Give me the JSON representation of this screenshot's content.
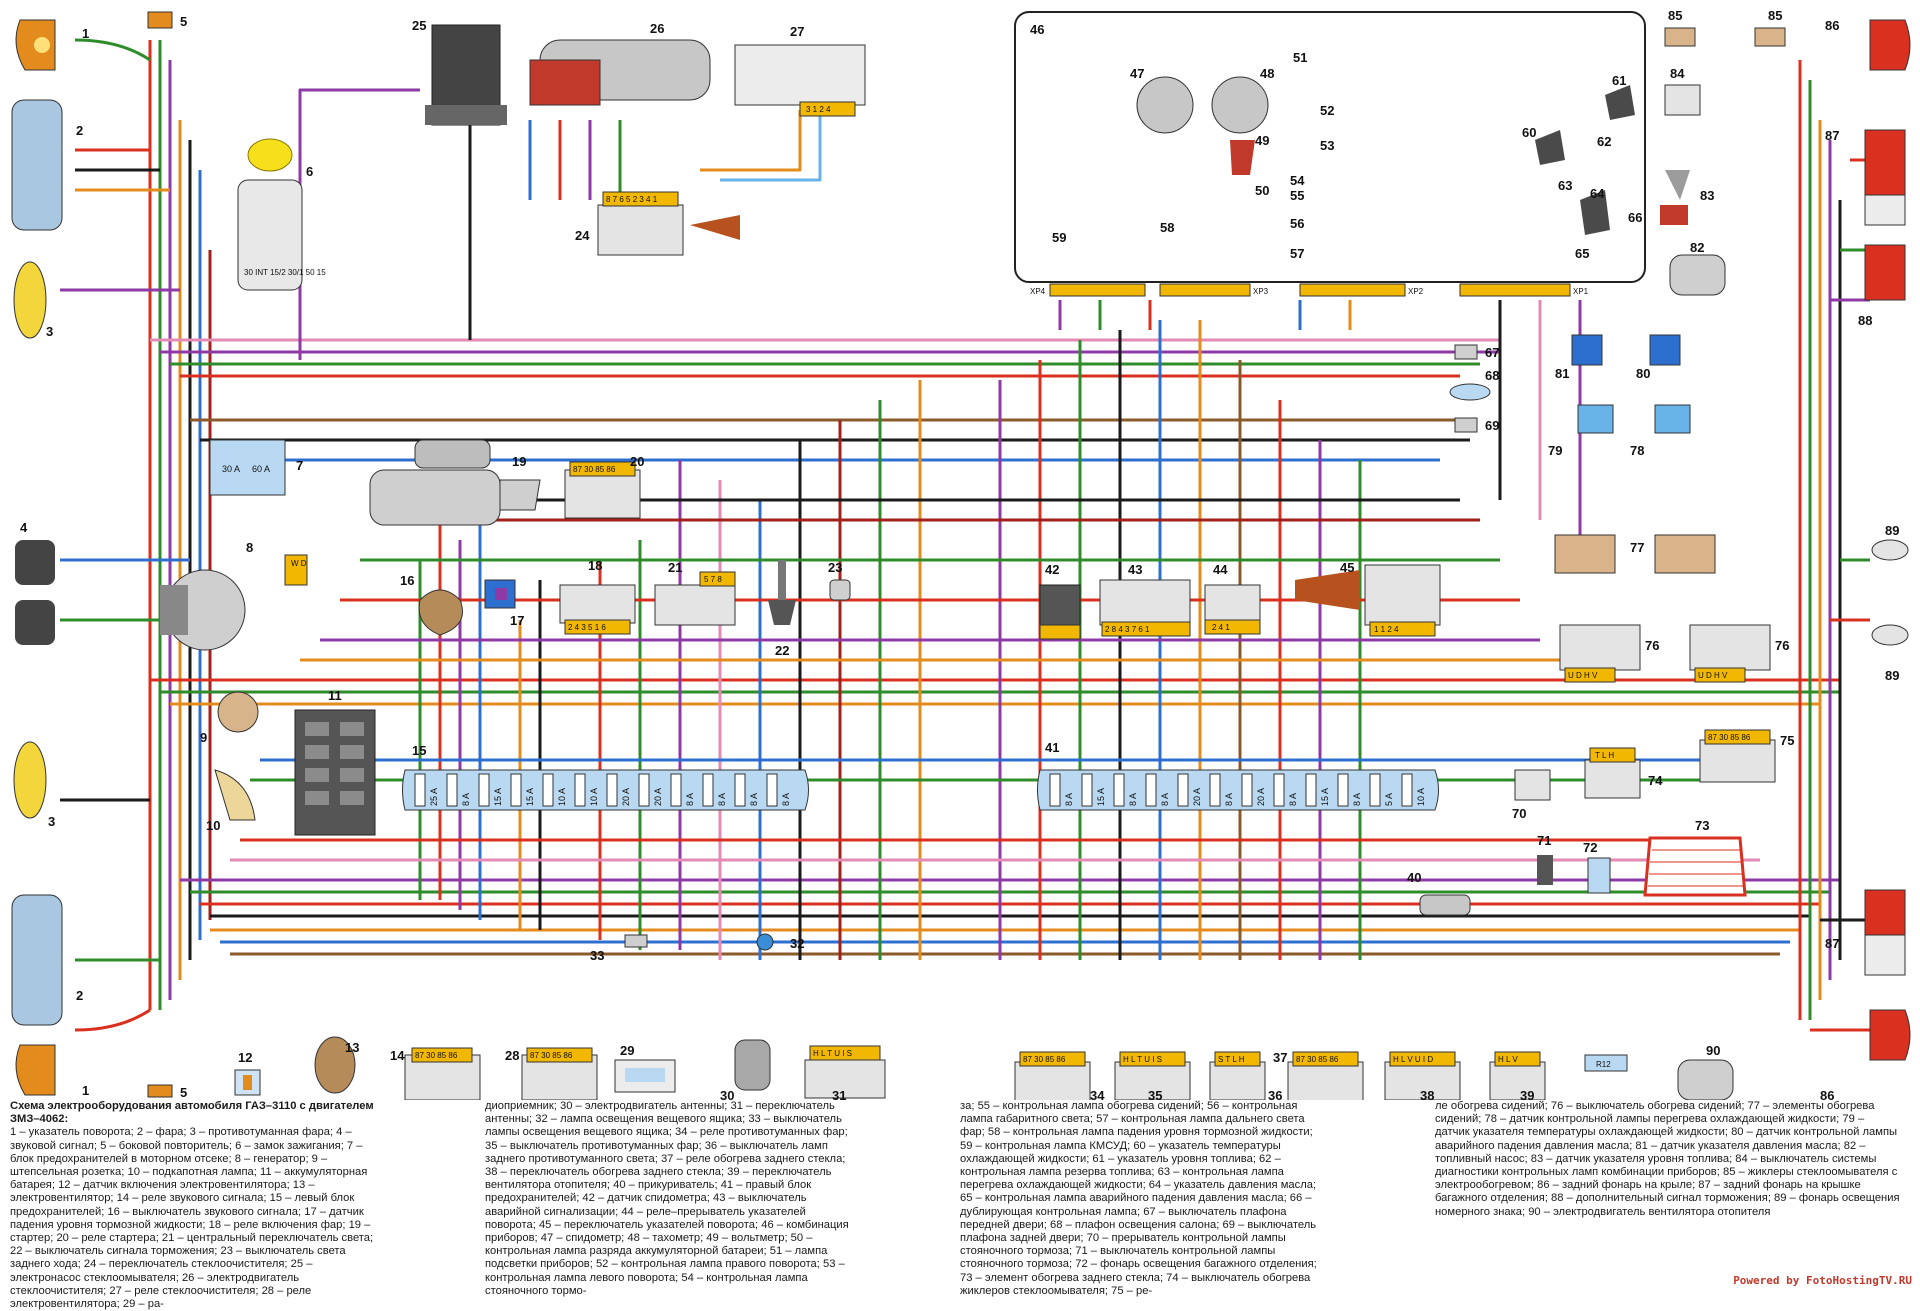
{
  "caption": {
    "title": "Схема электрооборудования автомобиля ГАЗ–3110 с двигателем ЗМЗ–4062:",
    "col1": "1 – указатель поворота; 2 – фара; 3 – противотуманная фара; 4 – звуковой сигнал; 5 – боковой повторитель; 6 – замок зажигания; 7 – блок предохранителей в моторном отсеке; 8 – генератор; 9 – штепсельная розетка; 10 – подкапотная лампа; 11 – аккумуляторная батарея; 12 – датчик включения электровентилятора; 13 – электровентилятор; 14 – реле звукового сигнала; 15 – левый блок предохранителей; 16 – выключатель звукового сигнала; 17 – датчик падения уровня тормозной жидкости; 18 – реле включения фар; 19 – стартер; 20 – реле стартера; 21 – центральный переключатель света; 22 – выключатель сигнала торможения; 23 – выключатель света заднего хода; 24 – переключатель стеклоочистителя; 25 – электронасос стеклоомывателя; 26 – электродвигатель стеклоочистителя; 27 – реле стеклоочистителя; 28 – реле электровентилятора; 29 – ра-",
    "col2": "диоприемник; 30 – электродвигатель антенны; 31 – переключатель антенны; 32 – лампа освещения вещевого ящика; 33 – выключатель лампы освещения вещевого ящика; 34 – реле противотуманных фар; 35 – выключатель противотуманных фар; 36 – выключатель ламп заднего противотуманного света; 37 – реле обогрева заднего стекла; 38 – переключатель обогрева заднего стекла; 39 – переключатель вентилятора отопителя; 40 – прикуриватель; 41 – правый блок предохранителей; 42 – датчик спидометра; 43 – выключатель аварийной сигнализации; 44 – реле–прерыватель указателей поворота; 45 – переключатель указателей поворота; 46 – комбинация приборов; 47 – спидометр; 48 – тахометр; 49 – вольтметр; 50 – контрольная лампа разряда аккумуляторной батареи; 51 – лампа подсветки приборов; 52 – контрольная лампа правого поворота; 53 – контрольная лампа левого поворота; 54 – контрольная лампа стояночного тормо-",
    "col3": "за; 55 – контрольная лампа обогрева сидений; 56 – контрольная лампа габаритного света; 57 – контрольная лампа дальнего света фар; 58 – контрольная лампа падения уровня тормозной жидкости; 59 – контрольная лампа КМСУД; 60 – указатель температуры охлаждающей жидкости; 61 – указатель уровня топлива; 62 – контрольная лампа резерва топлива; 63 – контрольная лампа перегрева охлаждающей жидкости; 64 – указатель давления масла; 65 – контрольная лампа аварийного падения давления масла; 66 – дублирующая контрольная лампа; 67 – выключатель плафона передней двери; 68 – плафон освещения салона; 69 – выключатель плафона задней двери; 70 – прерыватель контрольной лампы стояночного тормоза; 71 – выключатель контрольной лампы стояночного тормоза; 72 – фонарь освещения багажного отделения; 73 – элемент обогрева заднего стекла; 74 – выключатель обогрева жиклеров стеклоомывателя; 75 – ре-",
    "col4": "ле обогрева сидений; 76 – выключатель обогрева сидений; 77 – элементы обогрева сидений; 78 – датчик контрольной лампы перегрева охлаждающей жидкости; 79 – датчик указателя температуры охлаждающей жидкости; 80 – датчик контрольной лампы аварийного падения давления масла; 81 – датчик указателя давления масла; 82 – топливный насос; 83 – датчик указателя уровня топлива; 84 – выключатель системы диагностики контрольных ламп комбинации приборов; 85 – жиклеры стеклоомывателя с электрообогревом; 86 – задний фонарь на крыле; 87 – задний фонарь на крышке багажного отделения; 88 – дополнительный сигнал торможения; 89 – фонарь освещения номерного знака; 90 – электродвигатель вентилятора отопителя"
  },
  "credit": "Powered by FotoHostingTV.RU",
  "labels": {
    "n1": "1",
    "n2": "2",
    "n3": "3",
    "n4": "4",
    "n5": "5",
    "n6": "6",
    "n7": "7",
    "n8": "8",
    "n9": "9",
    "n10": "10",
    "n11": "11",
    "n12": "12",
    "n13": "13",
    "n14": "14",
    "n15": "15",
    "n16": "16",
    "n17": "17",
    "n18": "18",
    "n19": "19",
    "n20": "20",
    "n21": "21",
    "n22": "22",
    "n23": "23",
    "n24": "24",
    "n25": "25",
    "n26": "26",
    "n27": "27",
    "n28": "28",
    "n29": "29",
    "n30": "30",
    "n31": "31",
    "n32": "32",
    "n33": "33",
    "n34": "34",
    "n35": "35",
    "n36": "36",
    "n37": "37",
    "n38": "38",
    "n39": "39",
    "n40": "40",
    "n41": "41",
    "n42": "42",
    "n43": "43",
    "n44": "44",
    "n45": "45",
    "n46": "46",
    "n47": "47",
    "n48": "48",
    "n49": "49",
    "n50": "50",
    "n51": "51",
    "n52": "52",
    "n53": "53",
    "n54": "54",
    "n55": "55",
    "n56": "56",
    "n57": "57",
    "n58": "58",
    "n59": "59",
    "n60": "60",
    "n61": "61",
    "n62": "62",
    "n63": "63",
    "n64": "64",
    "n65": "65",
    "n66": "66",
    "n67": "67",
    "n68": "68",
    "n69": "69",
    "n70": "70",
    "n71": "71",
    "n72": "72",
    "n73": "73",
    "n74": "74",
    "n75": "75",
    "n76": "76",
    "n77": "77",
    "n78": "78",
    "n79": "79",
    "n80": "80",
    "n81": "81",
    "n82": "82",
    "n83": "83",
    "n84": "84",
    "n85": "85",
    "n86": "86",
    "n87": "87",
    "n88": "88",
    "n89": "89",
    "n90": "90",
    "xp1": "XP1",
    "xp2": "XP2",
    "xp3": "XP3",
    "xp4": "XP4",
    "r12": "R12",
    "relay_pins": "87 30 85 86",
    "fuse_left": [
      "25 A",
      "8 A",
      "15 A",
      "15 A",
      "10 A",
      "10 A",
      "20 A",
      "20 A",
      "8 A",
      "8 A",
      "8 A",
      "8 A"
    ],
    "fuse_right": [
      "8 A",
      "15 A",
      "8 A",
      "8 A",
      "20 A",
      "8 A",
      "20 A",
      "8 A",
      "15 A",
      "8 A",
      "5 A",
      "10 A"
    ],
    "fuse_block7": [
      "30 A",
      "60 A"
    ],
    "sw24_pins": "8 7 6 5 2 3 4 1",
    "sw21_pins": "5 7 8",
    "sw18_pins": "2 4 3 5 1 6",
    "sw43_pins": "2 8 4 3 7 6 1",
    "sw44_pins": "2 4 1",
    "sw45_pins": "1 1 2 4",
    "sw35_pins": "H L T U I S",
    "sw36_pins": "S T L H",
    "sw38_pins": "H L V U I D",
    "sw39_pins": "H L V",
    "sw31_pins": "H L T U I S",
    "sw74_pins": "T L H",
    "sw76_pins": "U D H V",
    "sw27_pins": "3 1 2 4",
    "gen_pins": "W D",
    "ign_pins": "30 INT 15/2 30/1 50 15"
  },
  "colors": {
    "red": "#d9301f",
    "darkred": "#a3211a",
    "green": "#2f8c2a",
    "blue": "#2c6fcf",
    "lightblue": "#68b3e8",
    "orange": "#e38b1c",
    "yellow": "#d8b321",
    "purple": "#8e3aa6",
    "brown": "#8a5a2b",
    "black": "#1b1b1b",
    "gray": "#9c9c9c",
    "pink": "#e38ab5",
    "fuse_block": "#b9d9f2",
    "connector": "#f2b700"
  }
}
